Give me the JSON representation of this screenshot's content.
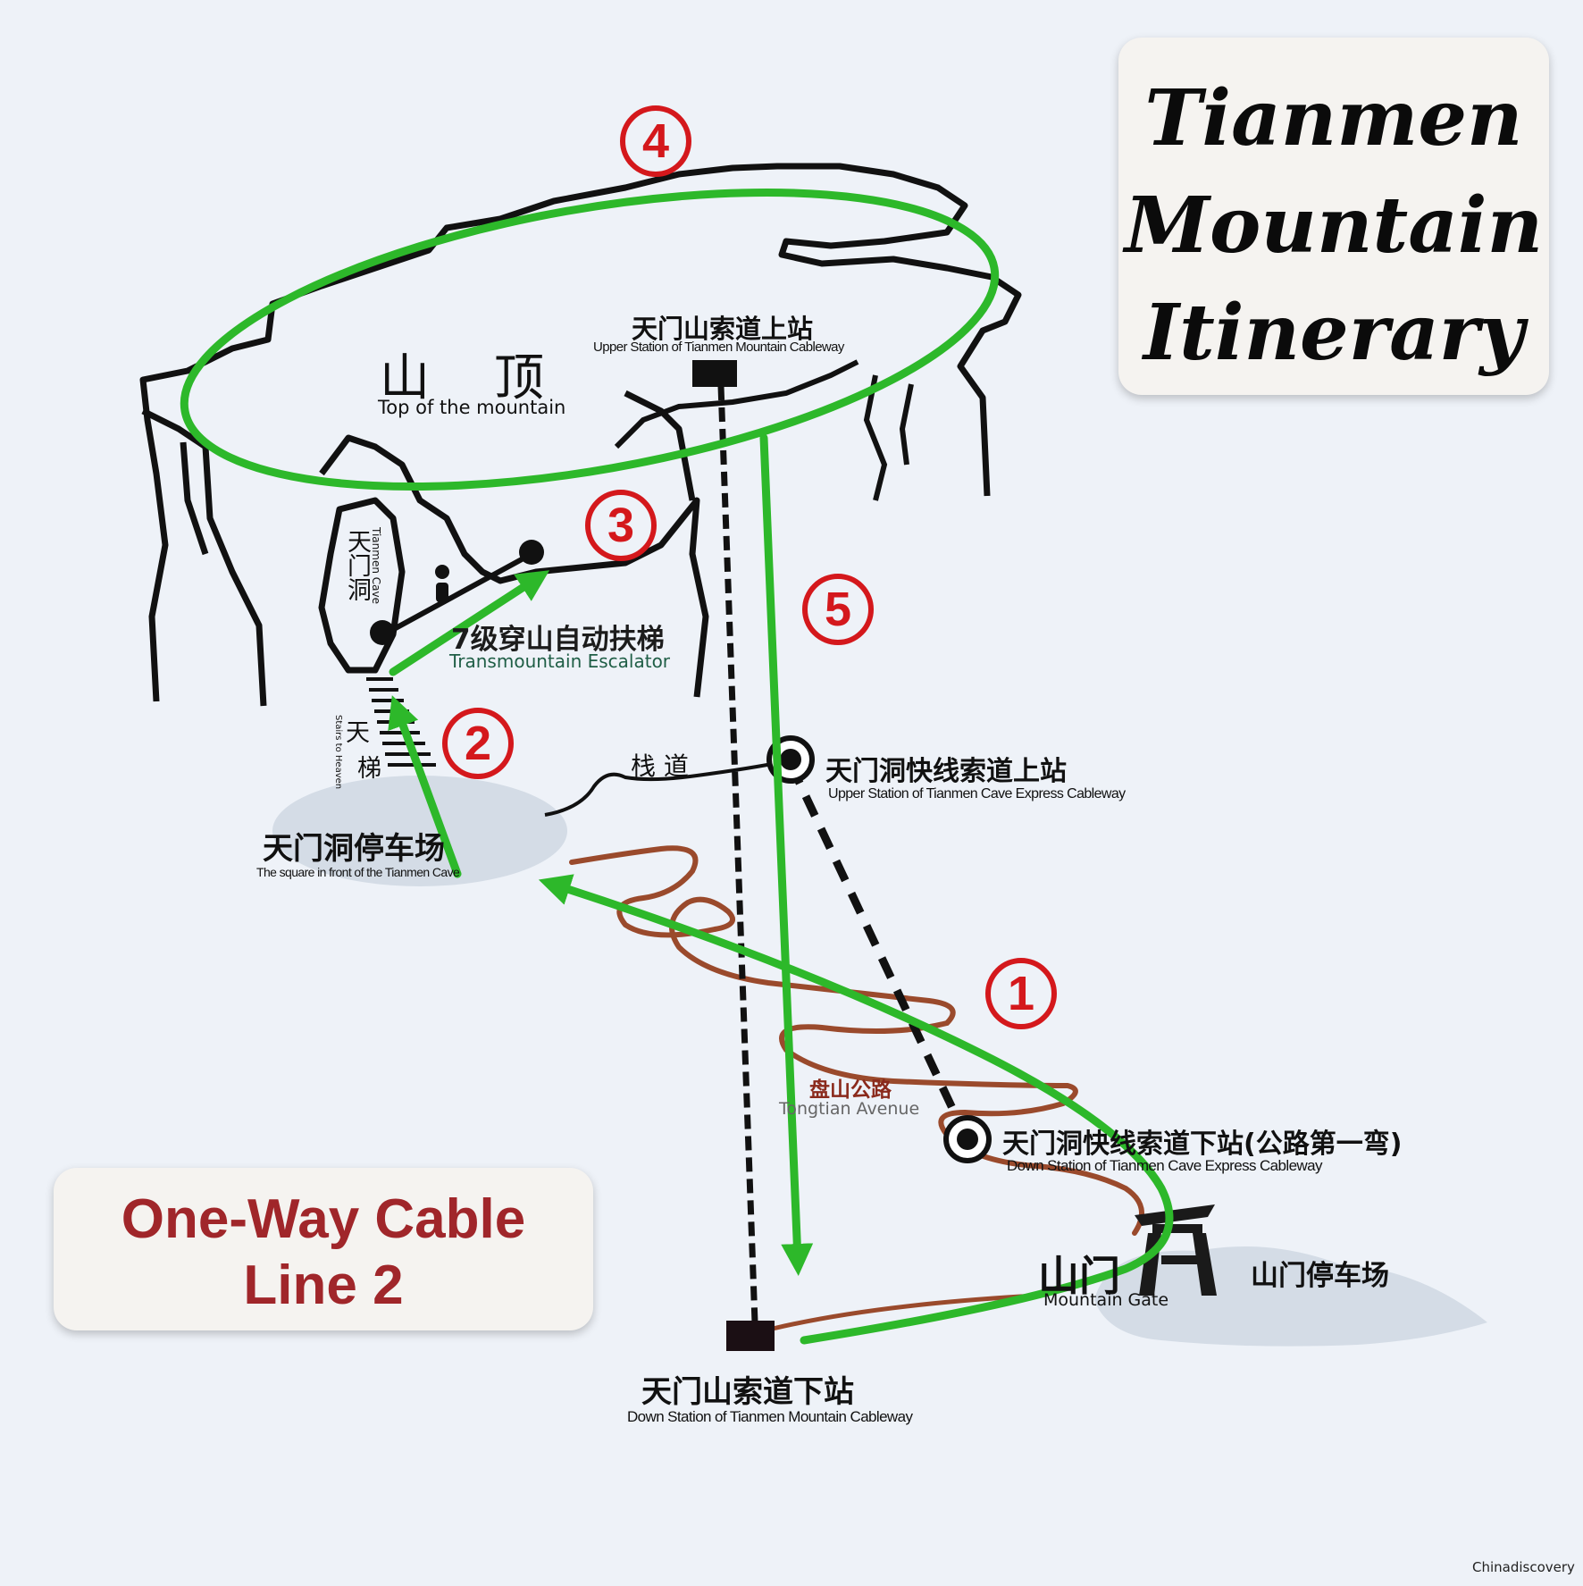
{
  "title": {
    "line1": "Tianmen",
    "line2": "Mountain",
    "line3": "Itinerary"
  },
  "route_card": {
    "line1": "One-Way Cable",
    "line2": "Line 2"
  },
  "steps": [
    "1",
    "2",
    "3",
    "4",
    "5"
  ],
  "labels": {
    "summit_zh": "山　顶",
    "summit_en": "Top of the mountain",
    "upper_station_zh": "天门山索道上站",
    "upper_station_en": "Upper Station of Tianmen Mountain Cableway",
    "cave_zh": "天门洞",
    "cave_en": "Tianmen Cave",
    "escalator_zh": "7级穿山自动扶梯",
    "escalator_en": "Transmountain Escalator",
    "stairs_zh_1": "天",
    "stairs_zh_2": "梯",
    "stairs_en": "Stairs to Heaven",
    "plank_road_zh": "栈 道",
    "express_upper_zh": "天门洞快线索道上站",
    "express_upper_en": "Upper Station of Tianmen Cave Express Cableway",
    "cave_square_zh": "天门洞停车场",
    "cave_square_en": "The square in front of the Tianmen Cave",
    "avenue_zh": "盘山公路",
    "avenue_en": "Tongtian Avenue",
    "express_down_zh": "天门洞快线索道下站(公路第一弯)",
    "express_down_en": "Down Station of Tianmen Cave Express Cableway",
    "gate_zh": "山门",
    "gate_en": "Mountain Gate",
    "gate_parking_zh": "山门停车场",
    "down_station_zh": "天门山索道下站",
    "down_station_en": "Down Station of Tianmen Mountain Cableway"
  },
  "watermark": "Chinadiscovery",
  "colors": {
    "background": "#eef2f8",
    "route_green": "#2db82a",
    "step_red": "#d4181c",
    "road_brown": "#9a4a2c",
    "cloud": "#cfd8e3",
    "card_text_red": "#a0262a"
  }
}
